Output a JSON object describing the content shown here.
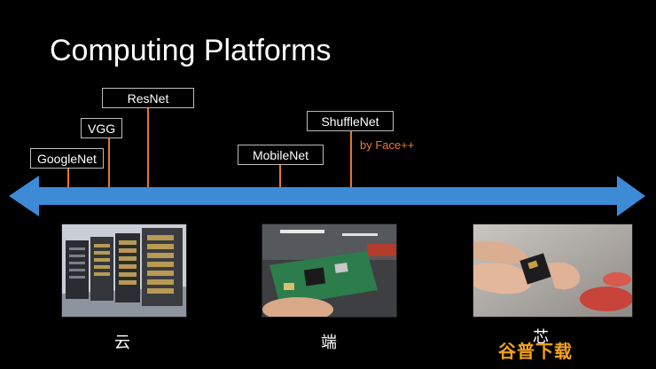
{
  "slide": {
    "title": "Computing Platforms",
    "annotation": "by Face++",
    "models": [
      {
        "label": "GoogleNet"
      },
      {
        "label": "VGG"
      },
      {
        "label": "ResNet"
      },
      {
        "label": "MobileNet"
      },
      {
        "label": "ShuffleNet"
      }
    ],
    "platforms": [
      {
        "caption": "云",
        "image": "server-racks-photo"
      },
      {
        "caption": "端",
        "image": "embedded-board-photo"
      },
      {
        "caption": "芯",
        "image": "chip-in-fingers-photo"
      }
    ],
    "timeline_color": "#3d8ad6",
    "accent_color": "#e8742c",
    "watermark": "谷普下载"
  }
}
